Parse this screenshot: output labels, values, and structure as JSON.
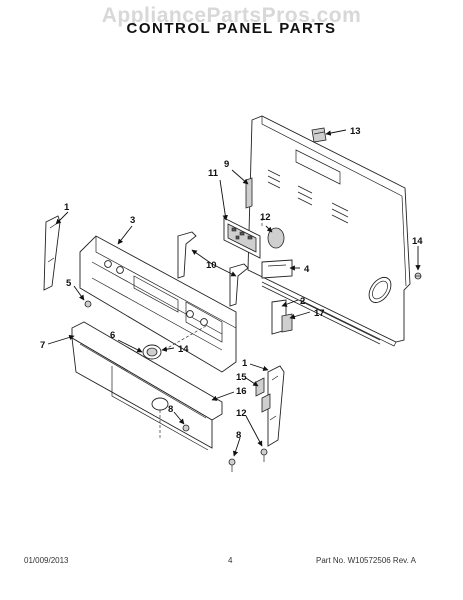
{
  "watermark": "AppliancePartsPros.com",
  "title": "CONTROL PANEL PARTS",
  "callouts": {
    "c1a": "1",
    "c1b": "1",
    "c2": "2",
    "c3": "3",
    "c4": "4",
    "c5": "5",
    "c6": "6",
    "c7": "7",
    "c8a": "8",
    "c8b": "8",
    "c9": "9",
    "c10": "10",
    "c11": "11",
    "c12a": "12",
    "c12b": "12",
    "c13": "13",
    "c14a": "14",
    "c14b": "14",
    "c15": "15",
    "c16": "16",
    "c17": "17"
  },
  "footer": {
    "date": "01/009/2013",
    "page": "4",
    "part_number": "Part No. W10572506  Rev. A"
  }
}
